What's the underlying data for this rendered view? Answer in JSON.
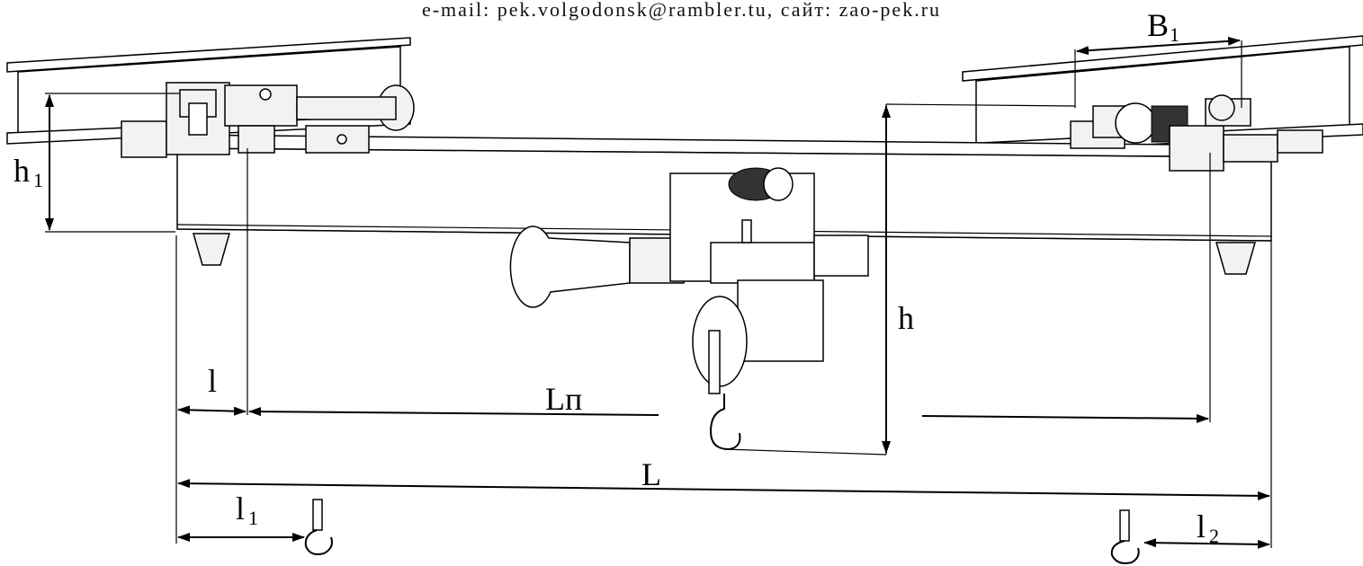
{
  "header": {
    "contact": "e-mail: pek.volgodonsk@rambler.tu, сайт: zao-pek.ru"
  },
  "dimensions": {
    "B1": {
      "main": "B",
      "sub": "1"
    },
    "h1": {
      "main": "h",
      "sub": "1"
    },
    "h": "h",
    "l": "l",
    "Ln": "Lп",
    "L": "L",
    "l1": {
      "main": "l",
      "sub": "1"
    },
    "l2": {
      "main": "l",
      "sub": "2"
    }
  }
}
